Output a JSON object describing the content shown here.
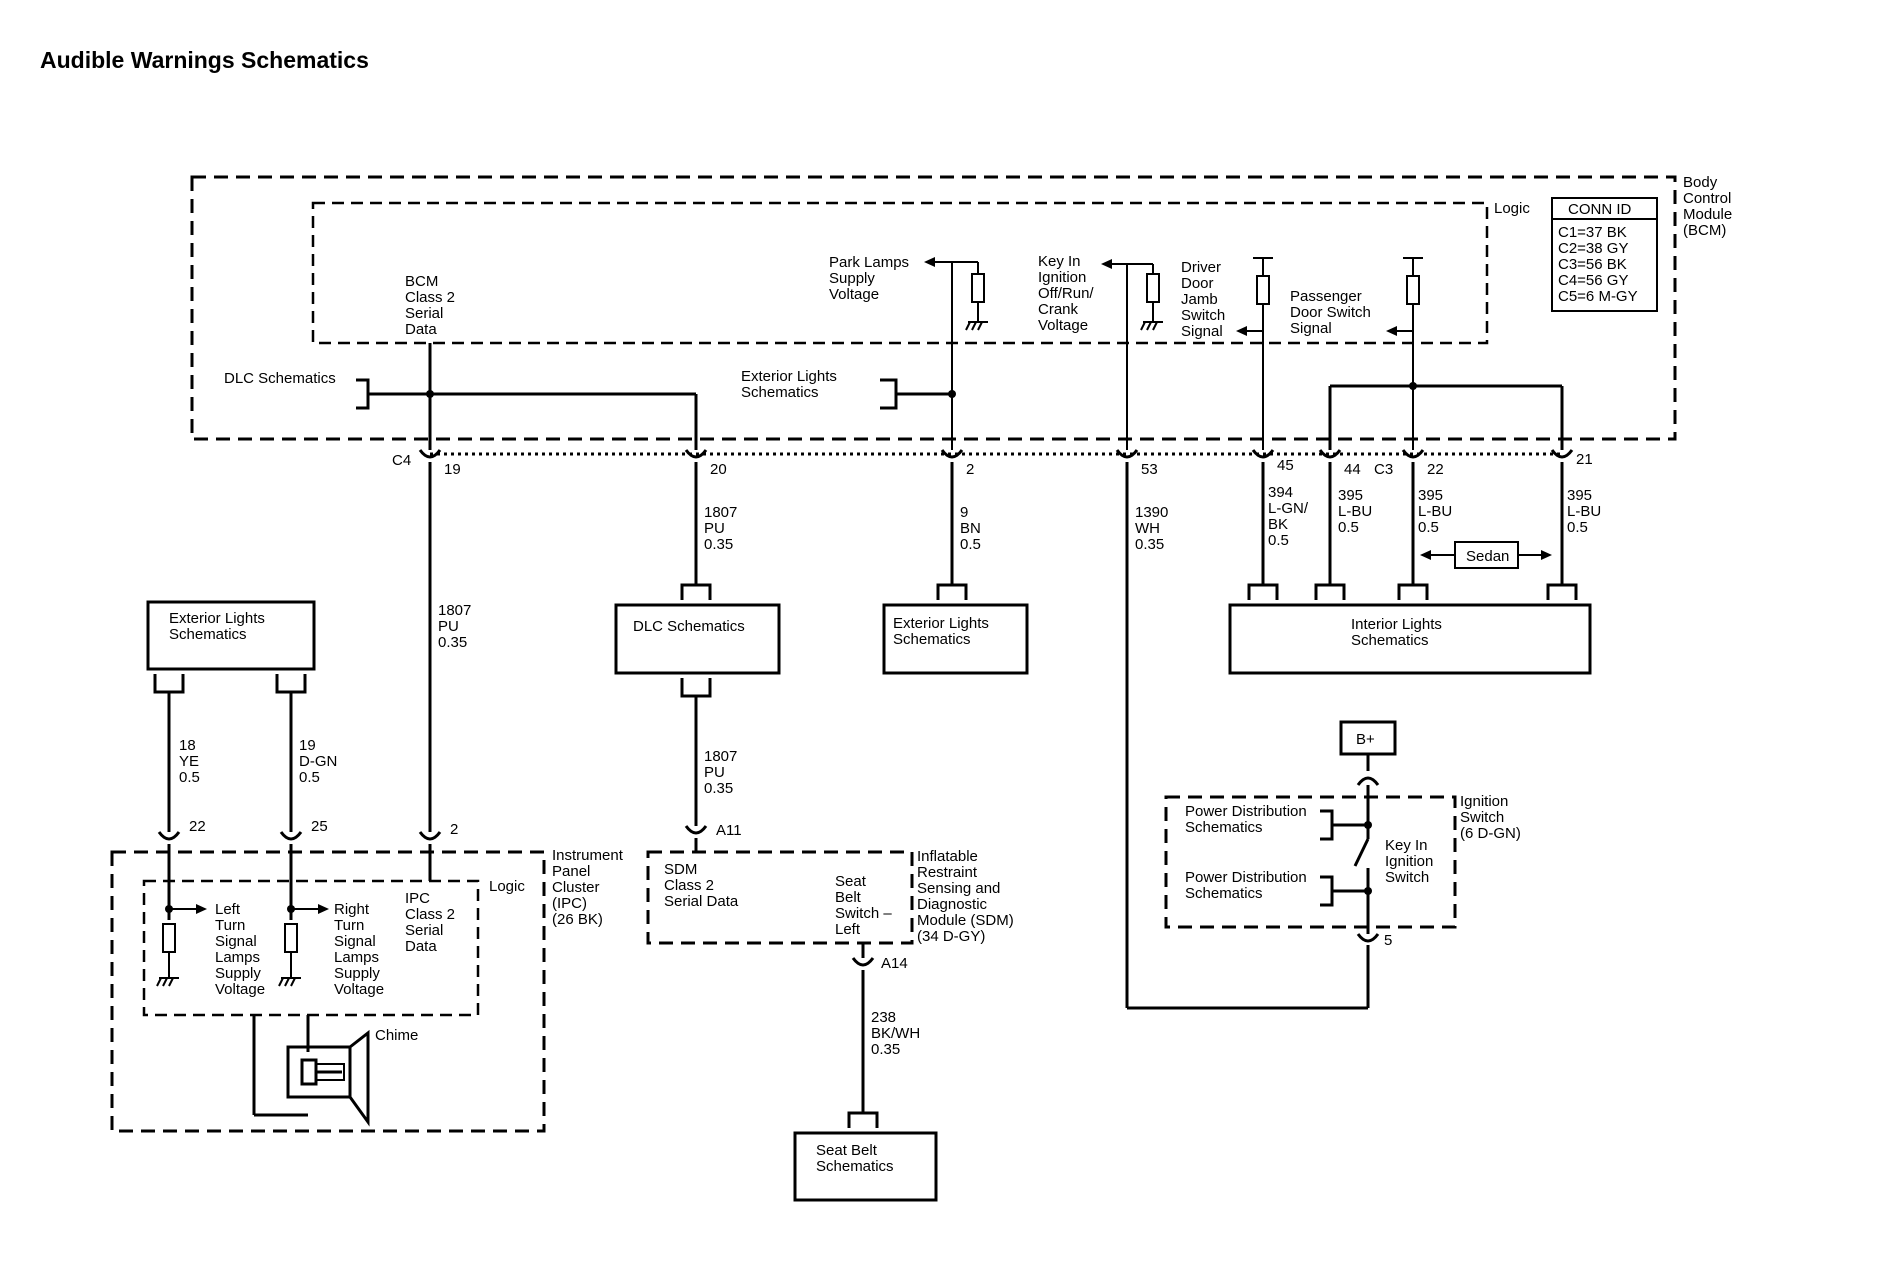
{
  "title": "Audible Warnings Schematics",
  "bcm": {
    "name": [
      "Body",
      "Control",
      "Module",
      "(BCM)"
    ],
    "logic": "Logic",
    "conn_id_title": "CONN ID",
    "conn_ids": [
      "C1=37 BK",
      "C2=38 GY",
      "C3=56 BK",
      "C4=56 GY",
      "C5=6 M-GY"
    ],
    "serial_data": [
      "BCM",
      "Class 2",
      "Serial",
      "Data"
    ],
    "park_lamps": [
      "Park Lamps",
      "Supply",
      "Voltage"
    ],
    "key_in": [
      "Key In",
      "Ignition",
      "Off/Run/",
      "Crank",
      "Voltage"
    ],
    "driver_door": [
      "Driver",
      "Door",
      "Jamb",
      "Switch",
      "Signal"
    ],
    "passenger_door": [
      "Passenger",
      "Door Switch",
      "Signal"
    ],
    "dlc_ref": "DLC Schematics",
    "ext_lights_ref": [
      "Exterior Lights",
      "Schematics"
    ]
  },
  "connectors": {
    "c4": "C4",
    "c3": "C3",
    "pins": [
      "19",
      "20",
      "2",
      "53",
      "45",
      "44",
      "22",
      "21"
    ]
  },
  "wires": {
    "w1807a": [
      "1807",
      "PU",
      "0.35"
    ],
    "w1807b": [
      "1807",
      "PU",
      "0.35"
    ],
    "w1807c": [
      "1807",
      "PU",
      "0.35"
    ],
    "w9": [
      "9",
      "BN",
      "0.5"
    ],
    "w1390": [
      "1390",
      "WH",
      "0.35"
    ],
    "w394": [
      "394",
      "L-GN/",
      "BK",
      "0.5"
    ],
    "w395a": [
      "395",
      "L-BU",
      "0.5"
    ],
    "w395b": [
      "395",
      "L-BU",
      "0.5"
    ],
    "w395c": [
      "395",
      "L-BU",
      "0.5"
    ],
    "w18": [
      "18",
      "YE",
      "0.5"
    ],
    "w19": [
      "19",
      "D-GN",
      "0.5"
    ],
    "w238": [
      "238",
      "BK/WH",
      "0.35"
    ]
  },
  "sedan": "Sedan",
  "boxes": {
    "ext_lights_left": [
      "Exterior Lights",
      "Schematics"
    ],
    "dlc": "DLC Schematics",
    "ext_lights_mid": [
      "Exterior Lights",
      "Schematics"
    ],
    "interior_lights": [
      "Interior Lights",
      "Schematics"
    ],
    "seat_belt": [
      "Seat Belt",
      "Schematics"
    ]
  },
  "ipc": {
    "name": [
      "Instrument",
      "Panel",
      "Cluster",
      "(IPC)",
      "(26 BK)"
    ],
    "logic": "Logic",
    "pins": [
      "22",
      "25",
      "2"
    ],
    "left_turn": [
      "Left",
      "Turn",
      "Signal",
      "Lamps",
      "Supply",
      "Voltage"
    ],
    "right_turn": [
      "Right",
      "Turn",
      "Signal",
      "Lamps",
      "Supply",
      "Voltage"
    ],
    "serial": [
      "IPC",
      "Class 2",
      "Serial",
      "Data"
    ],
    "chime": "Chime"
  },
  "sdm": {
    "name": [
      "Inflatable",
      "Restraint",
      "Sensing and",
      "Diagnostic",
      "Module (SDM)",
      "(34 D-GY)"
    ],
    "serial": [
      "SDM",
      "Class 2",
      "Serial Data"
    ],
    "seat_belt_switch": [
      "Seat",
      "Belt",
      "Switch –",
      "Left"
    ],
    "pin_a11": "A11",
    "pin_a14": "A14"
  },
  "ignition": {
    "b_plus": "B+",
    "name": [
      "Ignition",
      "Switch",
      "(6 D-GN)"
    ],
    "power_dist_1": [
      "Power Distribution",
      "Schematics"
    ],
    "power_dist_2": [
      "Power Distribution",
      "Schematics"
    ],
    "key_in_switch": [
      "Key In",
      "Ignition",
      "Switch"
    ],
    "pin5": "5"
  }
}
